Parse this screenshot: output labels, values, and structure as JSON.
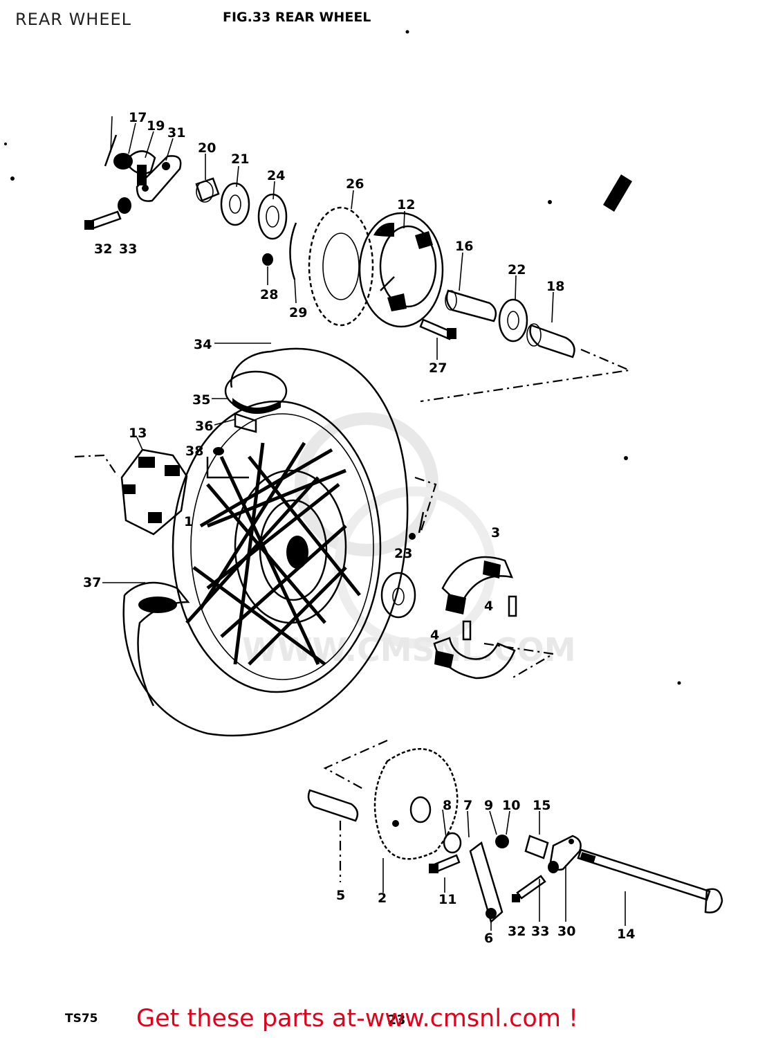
{
  "header": {
    "page_title": "REAR WHEEL",
    "figure_title": "FIG.33  REAR WHEEL"
  },
  "footer": {
    "model": "TS75",
    "promo": "Get these parts at-www.cmsnl.com !"
  },
  "watermark": {
    "text": "WWW.CMSNL.COM"
  },
  "parts": {
    "p1": "1",
    "p2": "2",
    "p3": "3",
    "p4a": "4",
    "p4b": "4",
    "p5": "5",
    "p6": "6",
    "p7": "7",
    "p8": "8",
    "p9": "9",
    "p10": "10",
    "p11": "11",
    "p12": "12",
    "p13": "13",
    "p14": "14",
    "p15": "15",
    "p16": "16",
    "p17": "17",
    "p18": "18",
    "p19": "19",
    "p20": "20",
    "p21": "21",
    "p22": "22",
    "p23a": "23",
    "p23b": "23",
    "p24": "24",
    "p26": "26",
    "p27": "27",
    "p28": "28",
    "p29": "29",
    "p30": "30",
    "p31": "31",
    "p32a": "32",
    "p32b": "32",
    "p33a": "33",
    "p33b": "33",
    "p34": "34",
    "p35": "35",
    "p36": "36",
    "p37": "37",
    "p38": "38"
  },
  "colors": {
    "promo_text": "#e2001a",
    "ink": "#000000",
    "watermark": "#e6e6e6"
  }
}
